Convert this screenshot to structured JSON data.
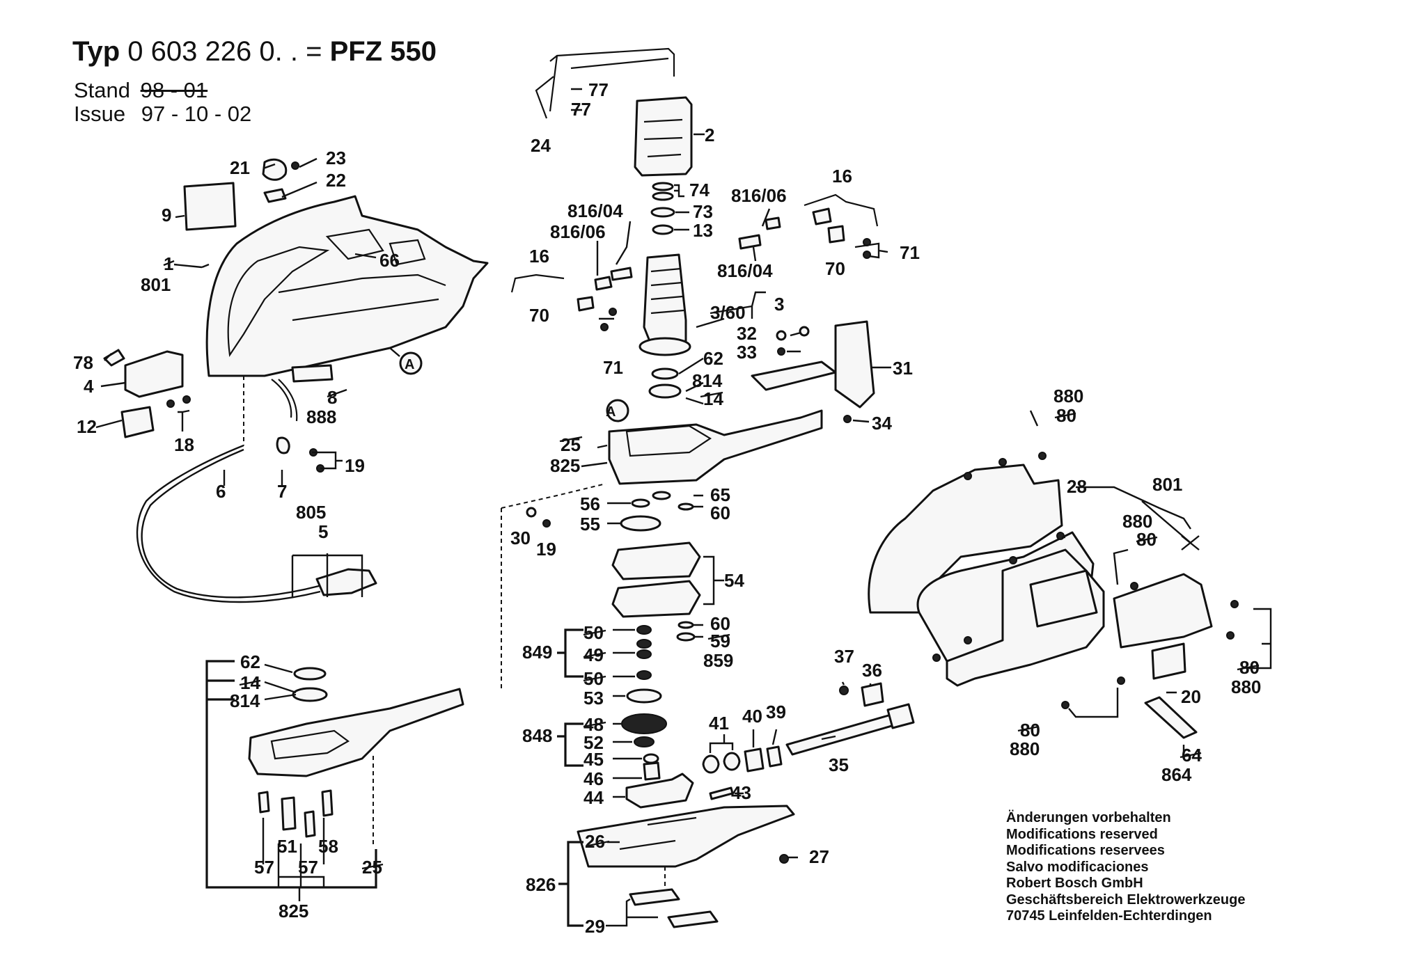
{
  "header": {
    "typ_label": "Typ",
    "typ_number": "0 603 226",
    "typ_suffix": "0. .",
    "equals": "=",
    "model": "PFZ 550",
    "stand_label": "Stand",
    "stand_value": "98 - 01",
    "issue_label": "Issue",
    "issue_value": "97 - 10 - 02"
  },
  "notes": {
    "line1": "Änderungen vorbehalten",
    "line2": "Modifications reserved",
    "line3": "Modifications reservees",
    "line4": "Salvo modificaciones",
    "line5": "Robert Bosch GmbH",
    "line6": "Geschäftsbereich Elektrowerkzeuge",
    "line7": "70745 Leinfelden-Echterdingen"
  },
  "callouts": {
    "c77a": "77",
    "c77b": "77",
    "c24": "24",
    "c2": "2",
    "c74": "74",
    "c73": "73",
    "c13": "13",
    "c816_04a": "816/04",
    "c816_06a": "816/06",
    "c816_06b": "816/06",
    "c816_04b": "816/04",
    "c16a": "16",
    "c16b": "16",
    "c70a": "70",
    "c70b": "70",
    "c71a": "71",
    "c71b": "71",
    "c3_60": "3/60",
    "c3": "3",
    "c62a": "62",
    "c814a": "814",
    "c14a": "14",
    "c32": "32",
    "c33": "33",
    "c31": "31",
    "c34": "34",
    "c25a": "25",
    "c825a": "825",
    "c21": "21",
    "c23": "23",
    "c22": "22",
    "c9": "9",
    "c1": "1",
    "c801a": "801",
    "c66": "66",
    "cA1": "A",
    "cA2": "A",
    "c78": "78",
    "c4": "4",
    "c12": "12",
    "c18": "18",
    "c8": "8",
    "c888": "888",
    "c19a": "19",
    "c6": "6",
    "c7": "7",
    "c805": "805",
    "c5": "5",
    "c65": "65",
    "c60a": "60",
    "c56": "56",
    "c55": "55",
    "c30": "30",
    "c19b": "19",
    "c54": "54",
    "c60b": "60",
    "c59": "59",
    "c859": "859",
    "c849": "849",
    "c50a": "50",
    "c49": "49",
    "c50b": "50",
    "c53": "53",
    "c848": "848",
    "c48": "48",
    "c52": "52",
    "c45": "45",
    "c46": "46",
    "c44": "44",
    "c43": "43",
    "c41": "41",
    "c40": "40",
    "c39": "39",
    "c37": "37",
    "c36": "36",
    "c35": "35",
    "c26": "26",
    "c27": "27",
    "c826": "826",
    "c29": "29",
    "c62b": "62",
    "c14b": "14",
    "c814b": "814",
    "c51": "51",
    "c58": "58",
    "c57a": "57",
    "c57b": "57",
    "c25b": "25",
    "c825b": "825",
    "c880a": "880",
    "c80a": "80",
    "c28": "28",
    "c801b": "801",
    "c880b": "880",
    "c80b": "80",
    "c80c": "80",
    "c880c": "880",
    "c20": "20",
    "c80d": "80",
    "c880d": "880",
    "c64": "64",
    "c864": "864"
  }
}
